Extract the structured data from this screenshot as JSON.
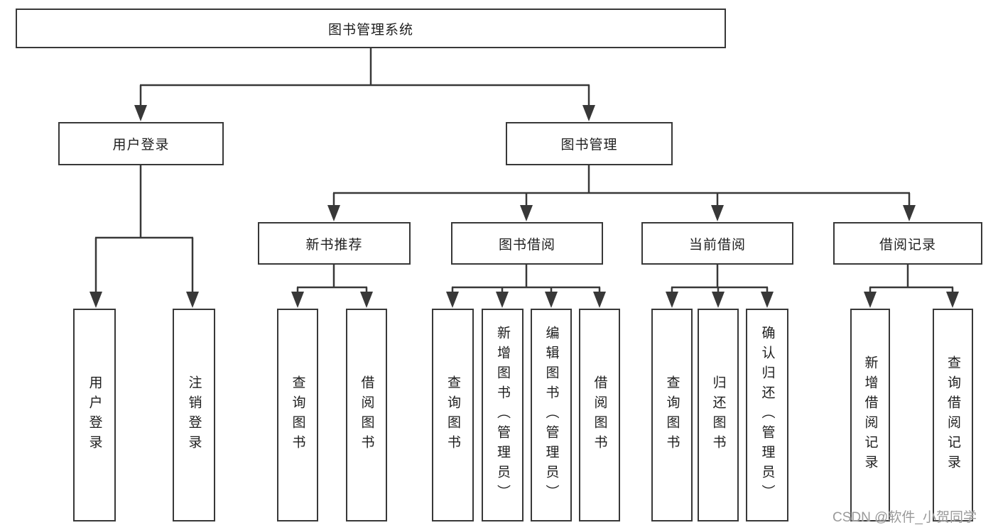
{
  "diagram": {
    "tree": {
      "root": "图书管理系统",
      "level2": [
        {
          "label": "用户登录",
          "children": [
            "用户登录",
            "注销登录"
          ]
        },
        {
          "label": "图书管理",
          "children": [
            {
              "label": "新书推荐",
              "children": [
                "查询图书",
                "借阅图书"
              ]
            },
            {
              "label": "图书借阅",
              "children": [
                "查询图书",
                "新增图书（管理员）",
                "编辑图书（管理员）",
                "借阅图书"
              ]
            },
            {
              "label": "当前借阅",
              "children": [
                "查询图书",
                "归还图书",
                "确认归还（管理员）"
              ]
            },
            {
              "label": "借阅记录",
              "children": [
                "新增借阅记录",
                "查询借阅记录"
              ]
            }
          ]
        }
      ]
    },
    "colors": {
      "line": "#383838",
      "box_border": "#383838",
      "box_fill": "#ffffff",
      "text": "#1e1e1e",
      "watermark": "#9a9a9a",
      "background": "#ffffff"
    }
  },
  "watermark": "CSDN @软件_小贺同学"
}
